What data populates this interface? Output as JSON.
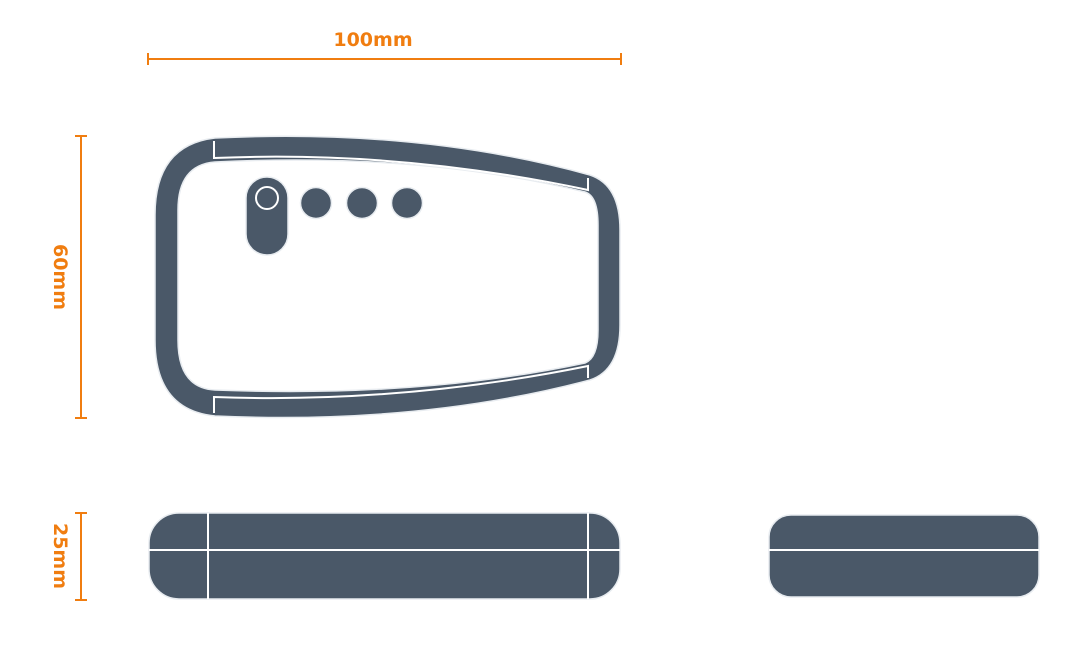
{
  "dimensions": {
    "width_label": "100mm",
    "height_label": "60mm",
    "depth_label": "25mm"
  },
  "colors": {
    "accent": "#f07d10",
    "body": "#4a5868"
  }
}
